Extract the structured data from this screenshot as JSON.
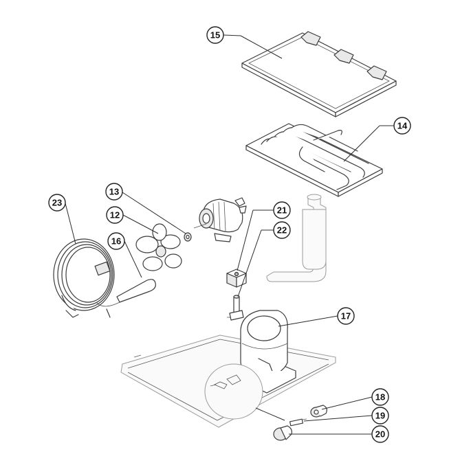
{
  "callouts": [
    {
      "id": "c12",
      "label": "12"
    },
    {
      "id": "c13",
      "label": "13"
    },
    {
      "id": "c14",
      "label": "14"
    },
    {
      "id": "c15",
      "label": "15"
    },
    {
      "id": "c16",
      "label": "16"
    },
    {
      "id": "c17",
      "label": "17"
    },
    {
      "id": "c18",
      "label": "18"
    },
    {
      "id": "c19",
      "label": "19"
    },
    {
      "id": "c20",
      "label": "20"
    },
    {
      "id": "c21",
      "label": "21"
    },
    {
      "id": "c22",
      "label": "22"
    },
    {
      "id": "c23",
      "label": "23"
    }
  ]
}
